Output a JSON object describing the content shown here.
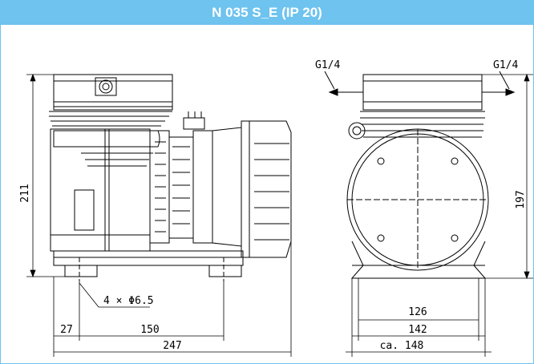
{
  "header": {
    "title": "N 035 S_E (IP 20)"
  },
  "dimensions": {
    "height_left": "211",
    "height_right": "197",
    "holes": "4 × Φ6.5",
    "offset": "27",
    "hole_spacing": "150",
    "length_total": "247",
    "width_inner": "126",
    "width_mid": "142",
    "width_total": "ca. 148",
    "port_left": "G1/4",
    "port_right": "G1/4"
  },
  "colors": {
    "header_bg": "#6ec3ef",
    "header_text": "#ffffff",
    "line": "#000000"
  }
}
